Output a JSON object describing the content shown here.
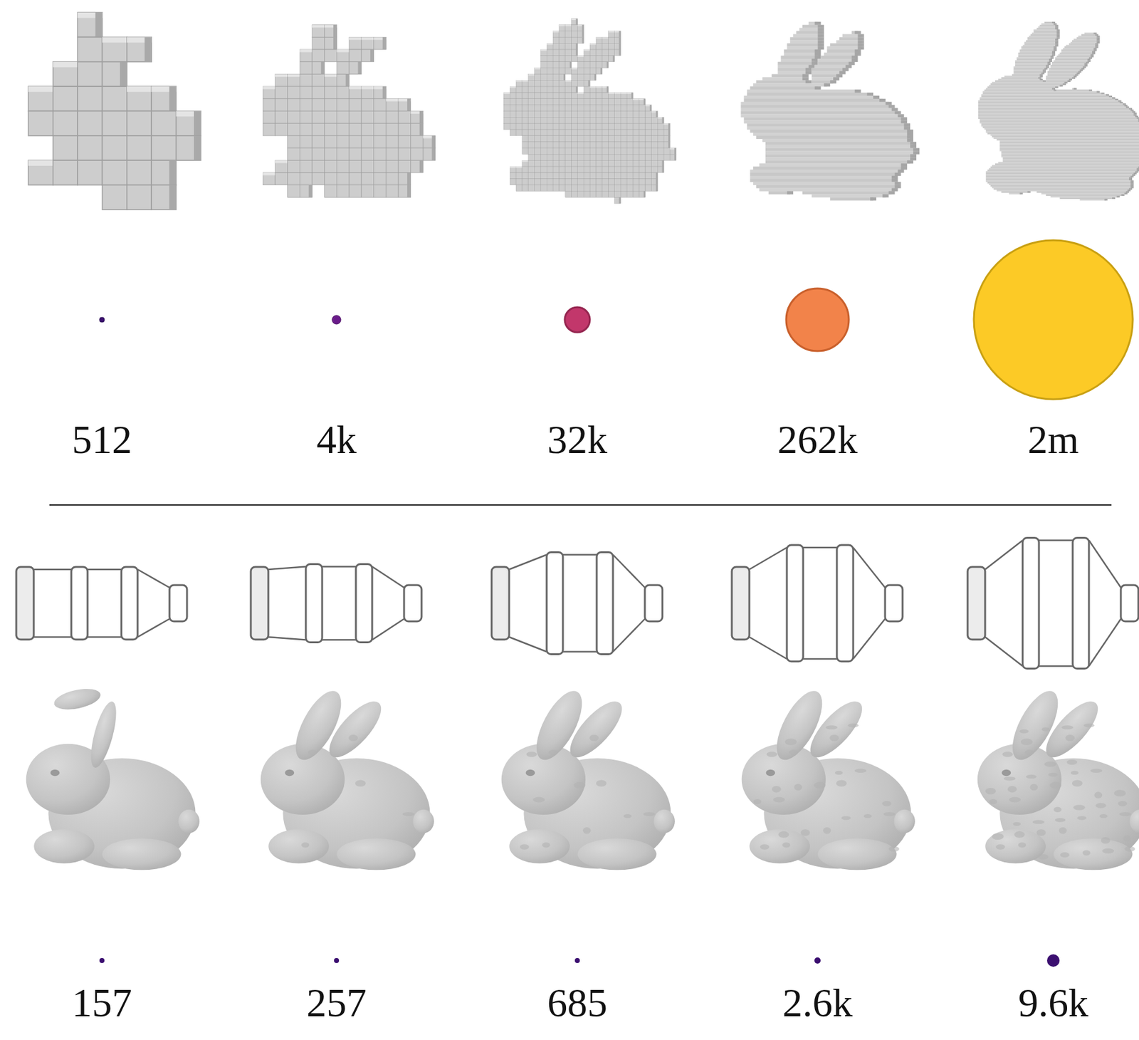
{
  "diagram": {
    "labels": [
      "512",
      "4k",
      "32k",
      "262k",
      "2m",
      "157",
      "257",
      "685",
      "2.6k",
      "9.6k"
    ]
  }
}
